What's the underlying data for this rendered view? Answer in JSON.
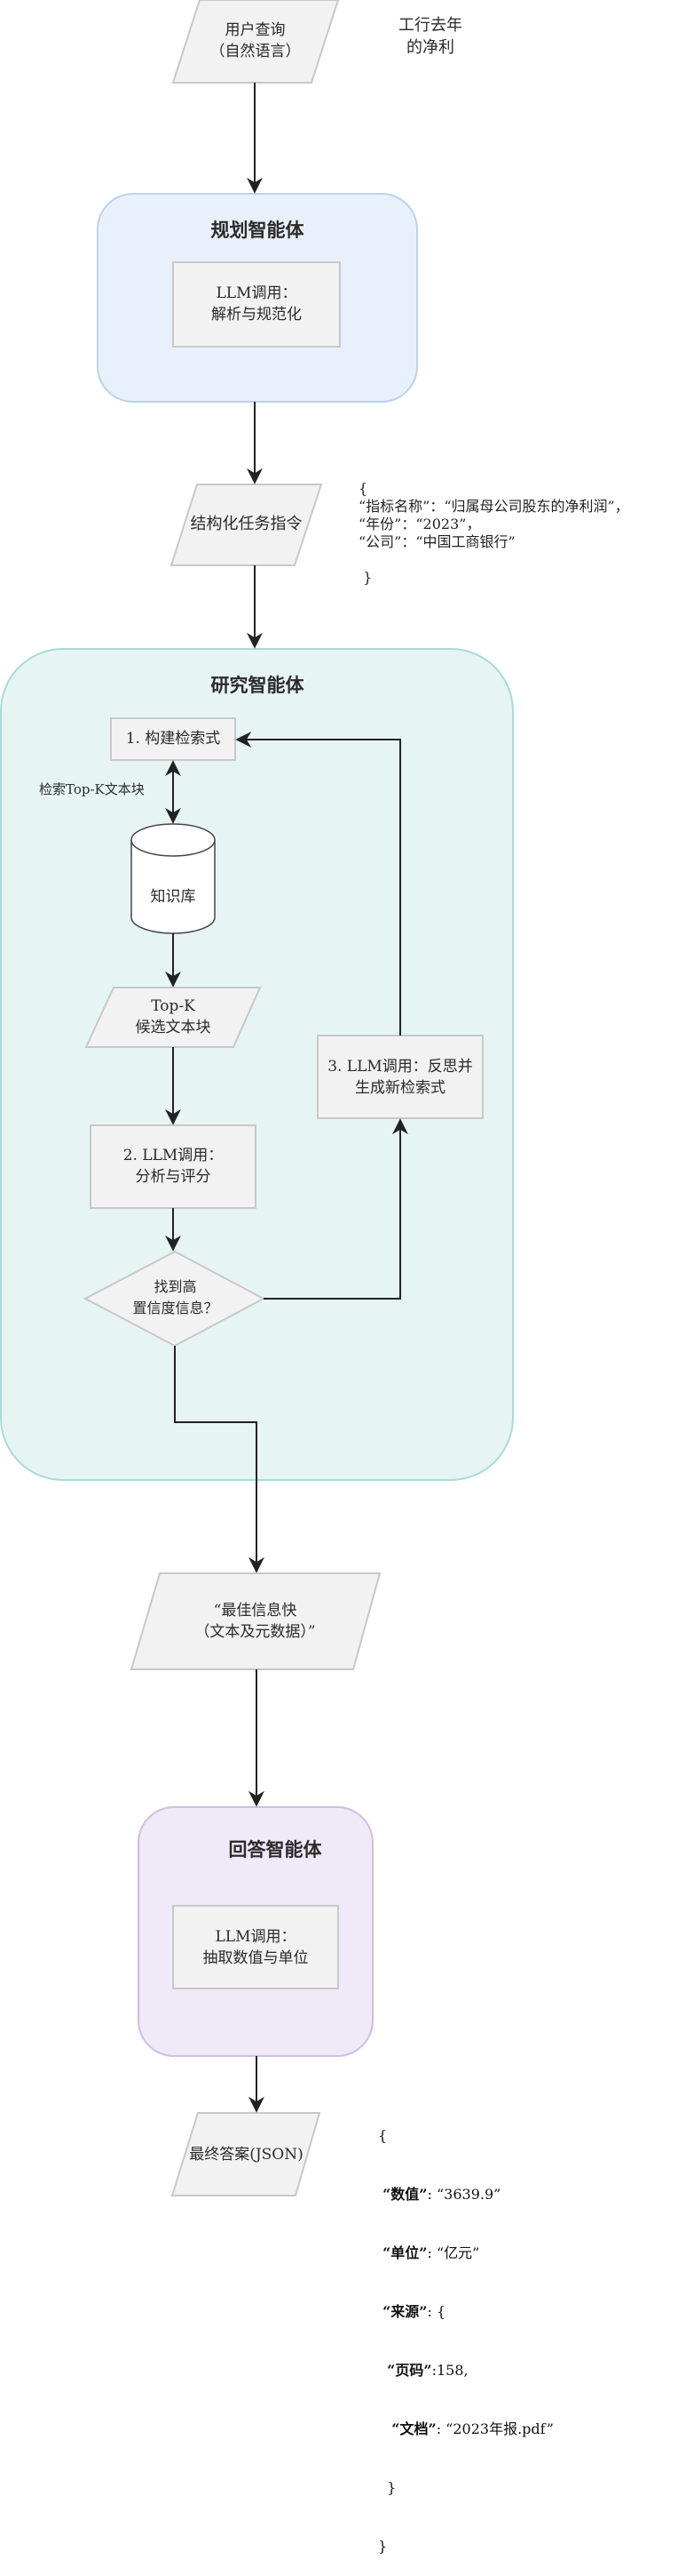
{
  "colors": {
    "planning_fill": "#e8f1fb",
    "planning_stroke": "#b9d3ee",
    "research_fill": "#e6f4f4",
    "research_stroke": "#a9dcd6",
    "answer_fill": "#efe9f8",
    "answer_stroke": "#cdbfe3",
    "node_fill": "#f2f2f2",
    "node_stroke": "#c8c8c8",
    "arrow": "#222222"
  },
  "input": {
    "user_query": [
      "用户查询",
      "（自然语言）"
    ],
    "example_query": [
      "工行去年",
      "的净利"
    ]
  },
  "planning_agent": {
    "title": "规划智能体",
    "step": [
      "LLM调用：",
      "解析与规范化"
    ]
  },
  "structured_instruction": {
    "label": "结构化任务指令",
    "example_json": [
      "{",
      "“指标名称”：“归属母公司股东的净利润”，",
      "“年份”：“2023”，",
      "“公司”：“中国工商银行”",
      "",
      " }"
    ]
  },
  "research_agent": {
    "title": "研究智能体",
    "step1": "1. 构建检索式",
    "retrieve_label": "检索Top-K文本块",
    "knowledge_base": "知识库",
    "topk_candidates": [
      "Top-K",
      "候选文本块"
    ],
    "step2": [
      "2. LLM调用：",
      "分析与评分"
    ],
    "decision": [
      "找到高",
      "置信度信息？"
    ],
    "step3": [
      "3. LLM调用：反思并",
      "生成新检索式"
    ]
  },
  "best_info": {
    "label": [
      "“最佳信息快",
      "（文本及元数据）”"
    ]
  },
  "answer_agent": {
    "title": "回答智能体",
    "step": [
      "LLM调用：",
      "抽取数值与单位"
    ]
  },
  "final_answer": {
    "label": "最终答案(JSON)",
    "example_json": {
      "open": "{",
      "value_key": "“数值”",
      "value": ": “3639.9”",
      "unit_key": "“单位”",
      "unit": ": “亿元”",
      "source_key": "“来源”",
      "source_open": ": {",
      "page_key": "“页码”",
      "page": ":158,",
      "doc_key": "“文档”",
      "doc": ": “2023年报.pdf”",
      "inner_close": "}",
      "close": "}"
    }
  }
}
